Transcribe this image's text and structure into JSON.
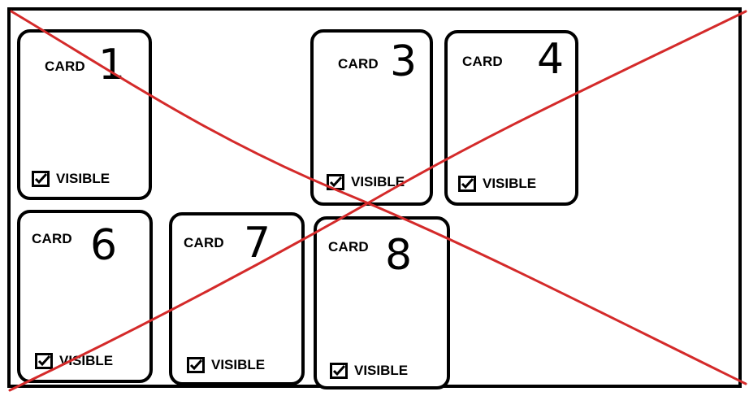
{
  "cards": [
    {
      "label": "CARD",
      "number": "1",
      "visible_label": "VISIBLE",
      "visible_checked": true
    },
    {
      "label": "CARD",
      "number": "3",
      "visible_label": "VISIBLE",
      "visible_checked": true
    },
    {
      "label": "CARD",
      "number": "4",
      "visible_label": "VISIBLE",
      "visible_checked": true
    },
    {
      "label": "CARD",
      "number": "6",
      "visible_label": "VISIBLE",
      "visible_checked": true
    },
    {
      "label": "CARD",
      "number": "7",
      "visible_label": "VISIBLE",
      "visible_checked": true
    },
    {
      "label": "CARD",
      "number": "8",
      "visible_label": "VISIBLE",
      "visible_checked": true
    }
  ],
  "colors": {
    "outline": "#000000",
    "cross": "#d42a2a",
    "background": "#ffffff"
  },
  "icons": {
    "checkbox": "checkbox-checked-icon"
  }
}
